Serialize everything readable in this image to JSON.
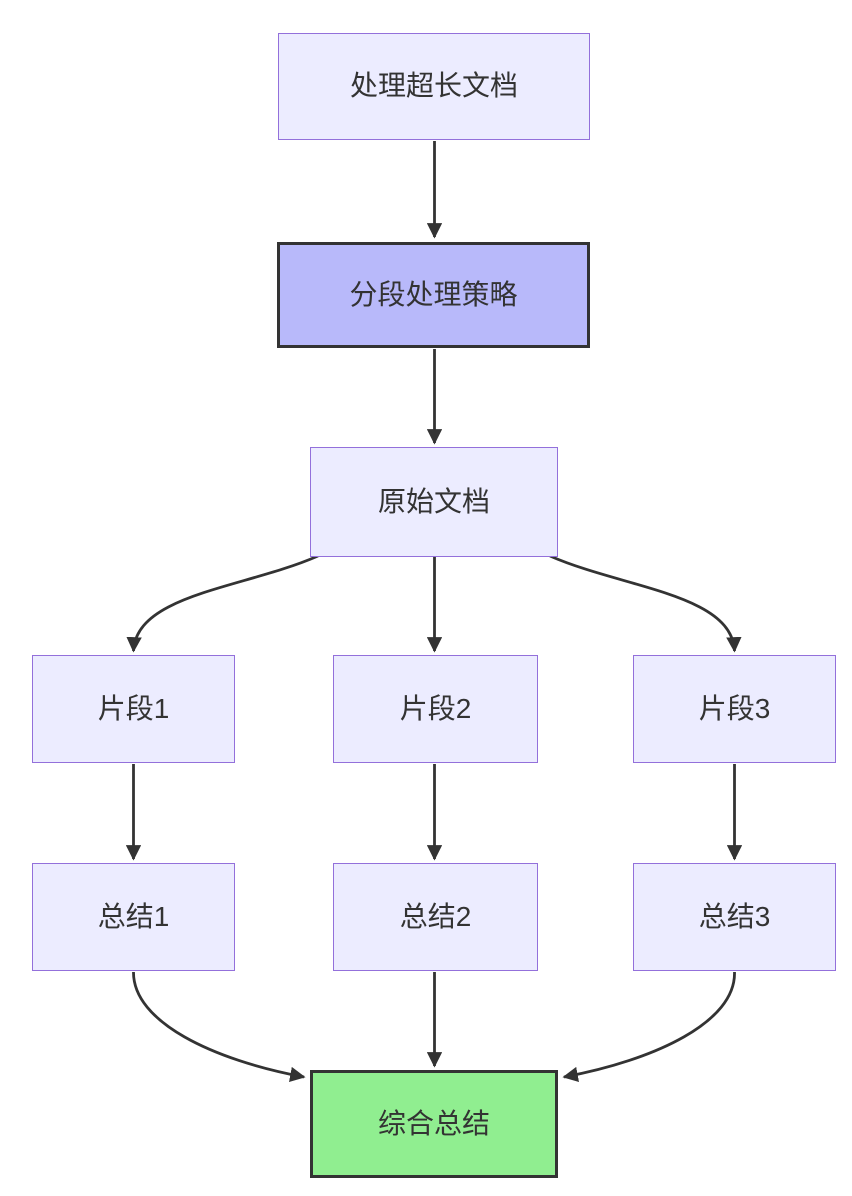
{
  "diagram": {
    "type": "flowchart",
    "direction": "top-down",
    "nodes": [
      {
        "id": "A",
        "label": "处理超长文档",
        "style": "default"
      },
      {
        "id": "B",
        "label": "分段处理策略",
        "style": "highlight-purple"
      },
      {
        "id": "C",
        "label": "原始文档",
        "style": "default"
      },
      {
        "id": "D1",
        "label": "片段1",
        "style": "default"
      },
      {
        "id": "D2",
        "label": "片段2",
        "style": "default"
      },
      {
        "id": "D3",
        "label": "片段3",
        "style": "default"
      },
      {
        "id": "E1",
        "label": "总结1",
        "style": "default"
      },
      {
        "id": "E2",
        "label": "总结2",
        "style": "default"
      },
      {
        "id": "E3",
        "label": "总结3",
        "style": "default"
      },
      {
        "id": "F",
        "label": "综合总结",
        "style": "highlight-green"
      }
    ],
    "edges": [
      {
        "from": "处理超长文档",
        "to": "分段处理策略"
      },
      {
        "from": "分段处理策略",
        "to": "原始文档"
      },
      {
        "from": "原始文档",
        "to": "片段1"
      },
      {
        "from": "原始文档",
        "to": "片段2"
      },
      {
        "from": "原始文档",
        "to": "片段3"
      },
      {
        "from": "片段1",
        "to": "总结1"
      },
      {
        "from": "片段2",
        "to": "总结2"
      },
      {
        "from": "片段3",
        "to": "总结3"
      },
      {
        "from": "总结1",
        "to": "综合总结"
      },
      {
        "from": "总结2",
        "to": "综合总结"
      },
      {
        "from": "总结3",
        "to": "综合总结"
      }
    ],
    "colors": {
      "background": "#FFFFFF",
      "node_fill": "#ECECFF",
      "node_border": "#9370DB",
      "highlight_purple_fill": "#B8B9FA",
      "highlight_green_fill": "#90EE90",
      "highlight_border": "#333333",
      "edge": "#333333",
      "text": "#333333"
    }
  }
}
